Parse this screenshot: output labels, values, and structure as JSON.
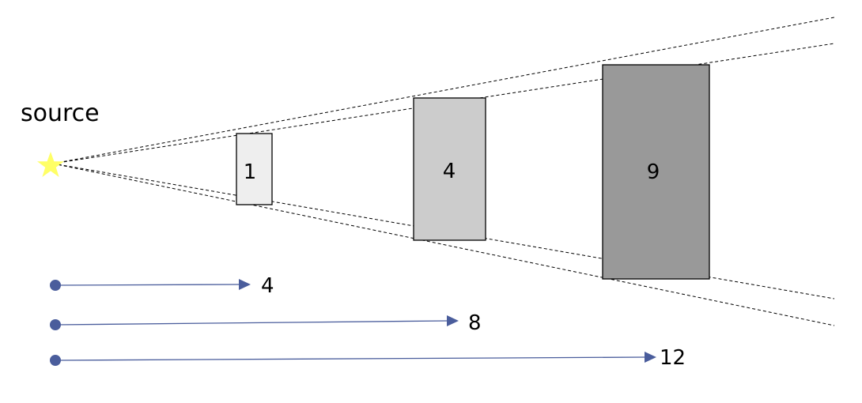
{
  "source": {
    "label": "source",
    "icon": "star-icon",
    "color": "#ffff66"
  },
  "beam_lines": {
    "style": "dashed",
    "color": "#000000"
  },
  "boxes": [
    {
      "label": "1",
      "fill": "#eeeeee"
    },
    {
      "label": "4",
      "fill": "#cccccc"
    },
    {
      "label": "9",
      "fill": "#999999"
    }
  ],
  "distances": [
    {
      "label": "4"
    },
    {
      "label": "8"
    },
    {
      "label": "12"
    }
  ],
  "arrow_color": "#4a5d9c"
}
